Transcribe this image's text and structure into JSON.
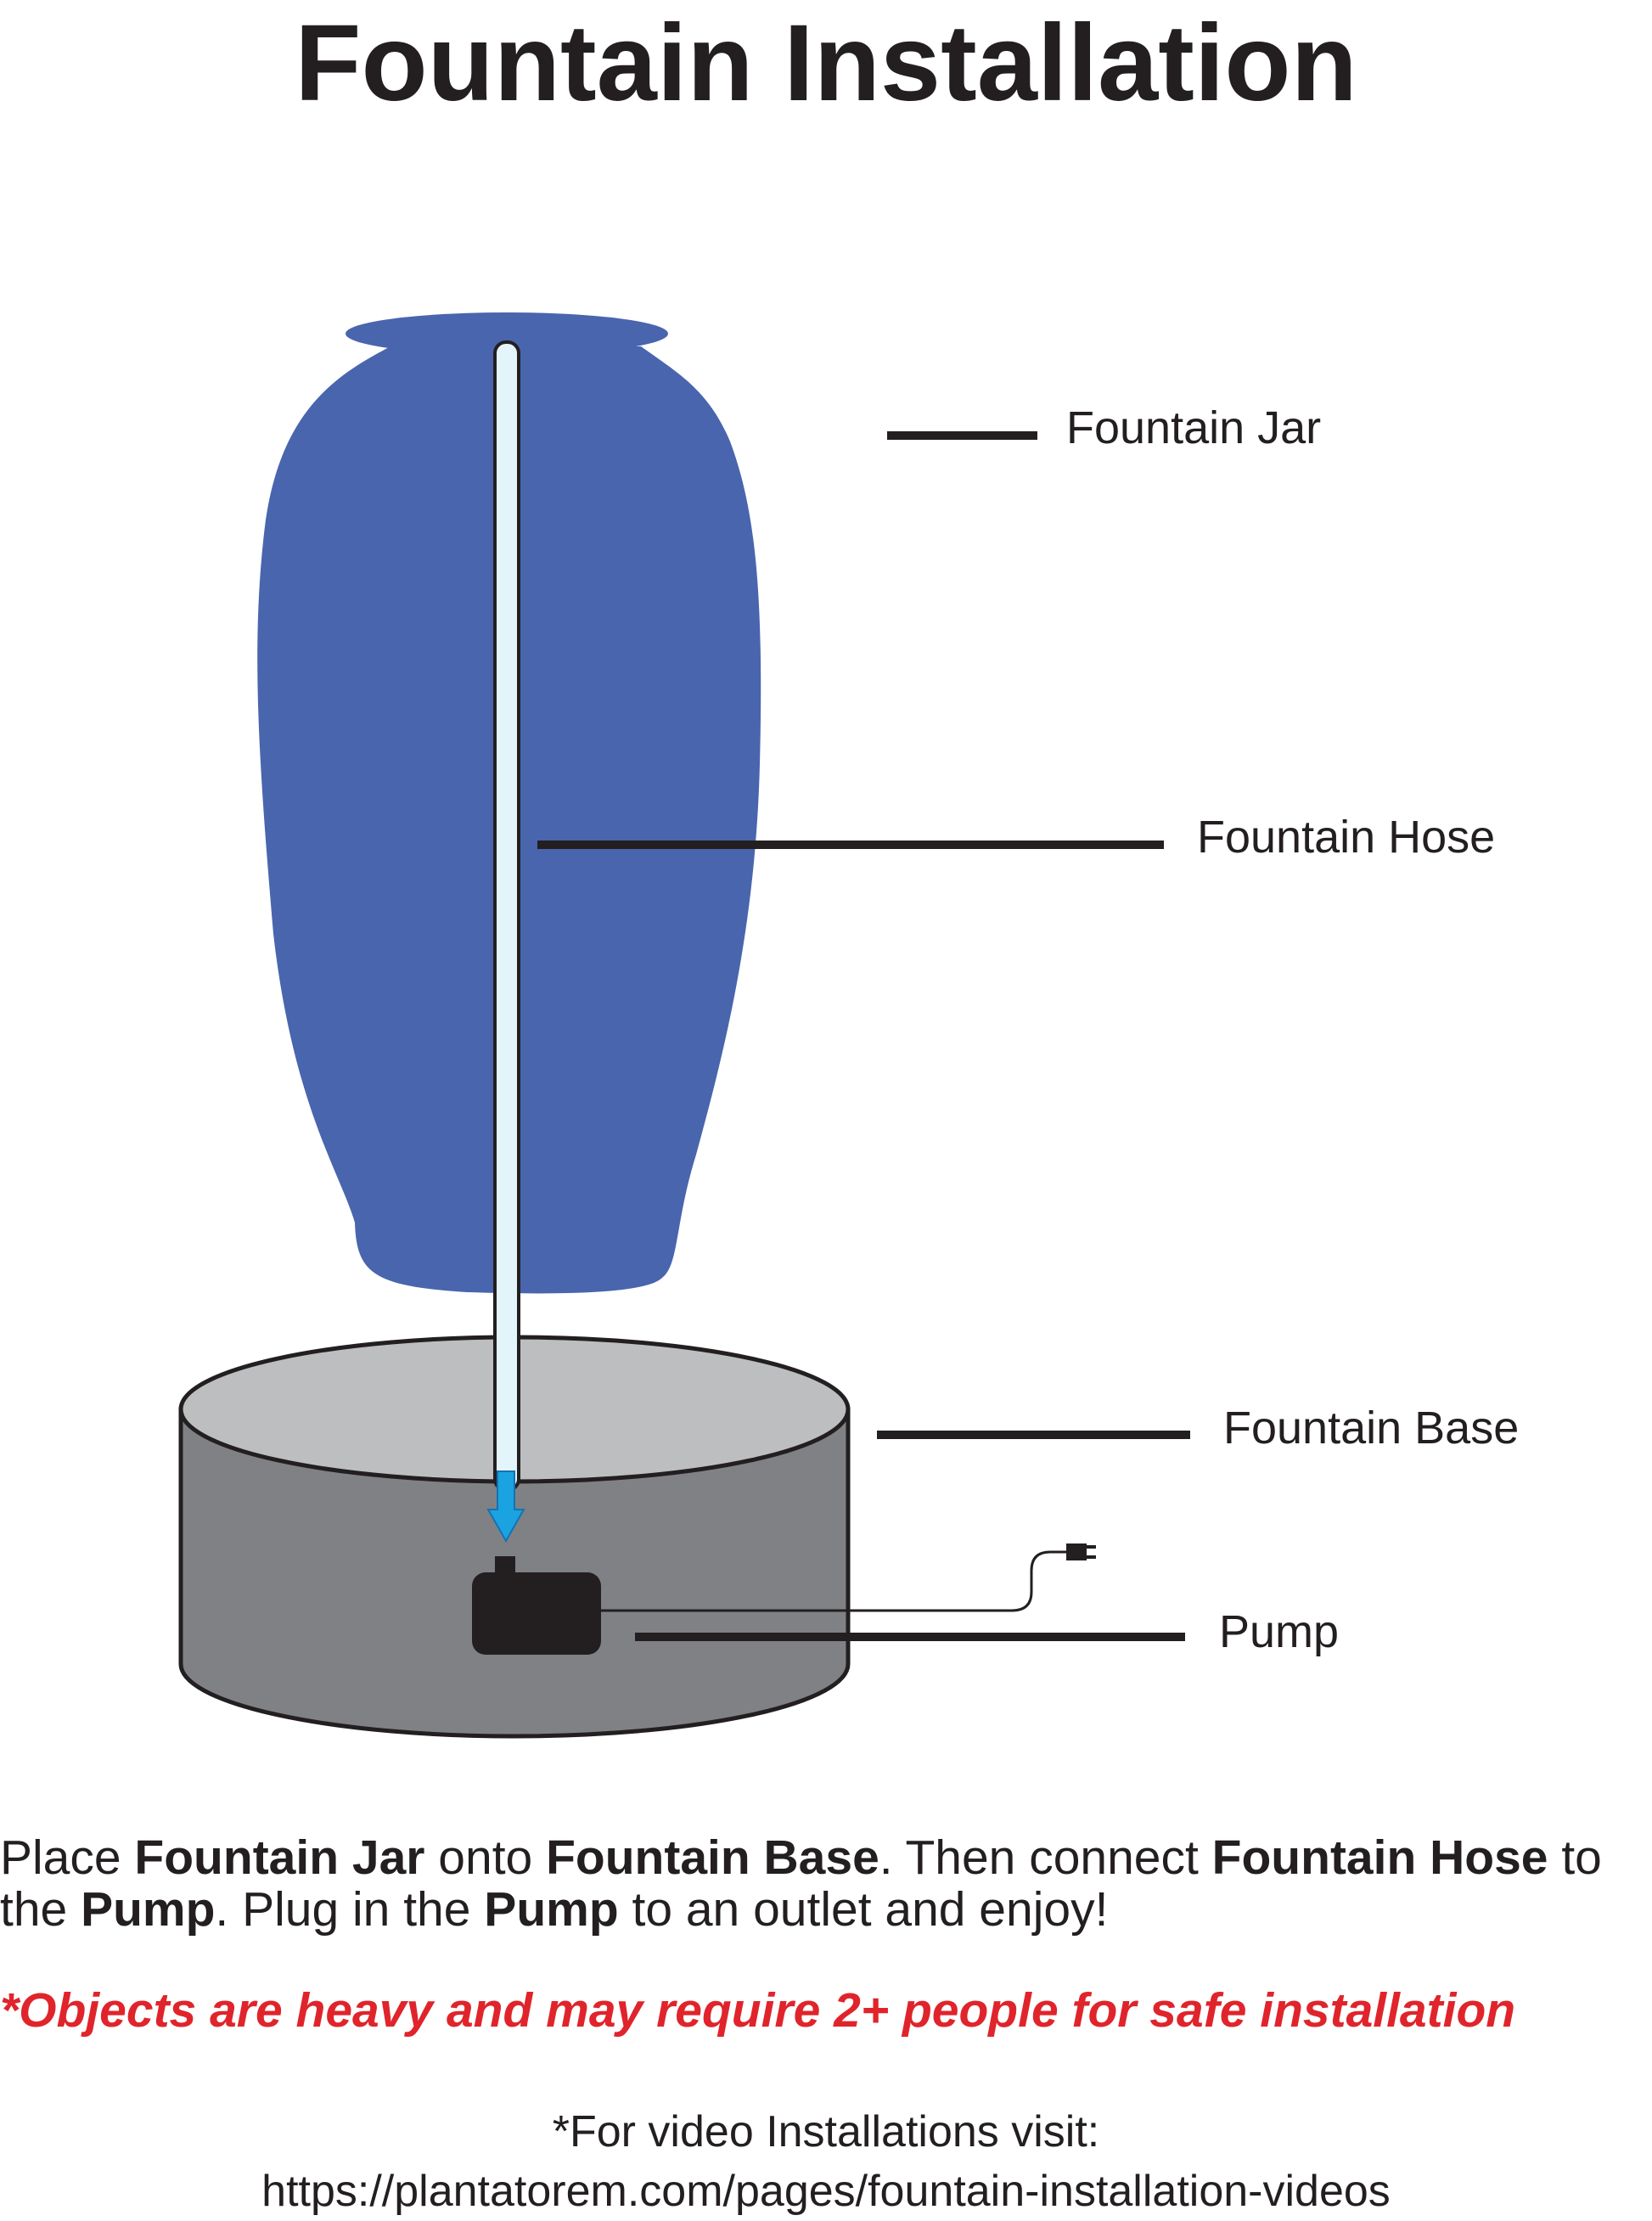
{
  "title": "Fountain Installation",
  "labels": {
    "jar": "Fountain Jar",
    "hose": "Fountain Hose",
    "base": "Fountain Base",
    "pump": "Pump"
  },
  "instructions": {
    "t1": "Place ",
    "b1": "Fountain Jar",
    "t2": " onto ",
    "b2": "Fountain Base",
    "t3": ". Then connect ",
    "b3": "Fountain Hose",
    "t4": " to the ",
    "b4": "Pump",
    "t5": ". Plug in the ",
    "b5": "Pump",
    "t6": " to an outlet and enjoy!"
  },
  "warning": "*Objects are heavy and may require 2+ people for safe installation",
  "video": {
    "line1": "*For video Installations visit:",
    "url": "https://plantatorem.com/pages/fountain-installation-videos"
  },
  "colors": {
    "jar": "#4965ae",
    "base_side": "#808184",
    "base_top": "#bdbec0",
    "hose": "#e4f4fb",
    "arrow": "#1aa3e0",
    "pump": "#231f20",
    "warning": "#e0242b",
    "text": "#231f20"
  }
}
